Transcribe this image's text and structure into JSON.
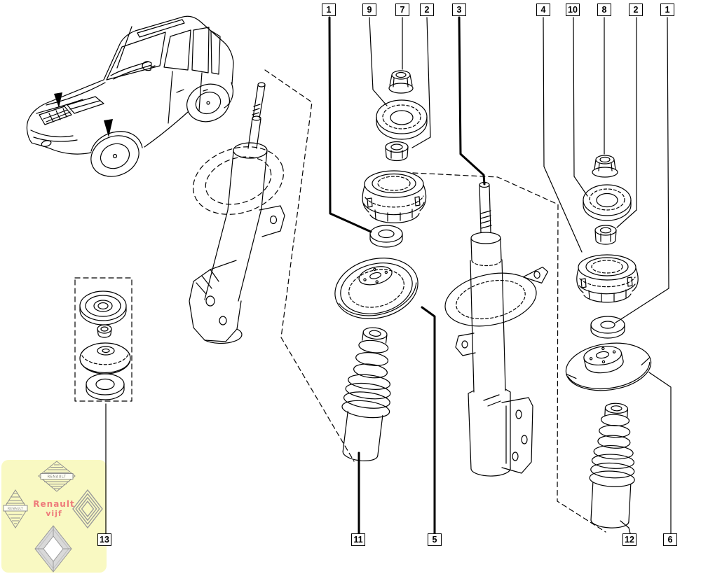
{
  "diagram": {
    "callouts": {
      "top": [
        {
          "label": "1"
        },
        {
          "label": "9"
        },
        {
          "label": "7"
        },
        {
          "label": "2"
        },
        {
          "label": "3"
        },
        {
          "label": "4"
        },
        {
          "label": "10"
        },
        {
          "label": "8"
        },
        {
          "label": "2"
        },
        {
          "label": "1"
        }
      ],
      "bottom": [
        {
          "label": "13"
        },
        {
          "label": "11"
        },
        {
          "label": "5"
        },
        {
          "label": "12"
        },
        {
          "label": "6"
        }
      ]
    },
    "arrow_color": "#4a7427",
    "line_color": "#000000",
    "background_color": "#ffffff"
  },
  "watermark": {
    "bg_color": "#f9f9c2",
    "text_color": "#ee7b7b",
    "line1": "Renault",
    "line2": "vijf",
    "logo_text": "RENAULT"
  }
}
